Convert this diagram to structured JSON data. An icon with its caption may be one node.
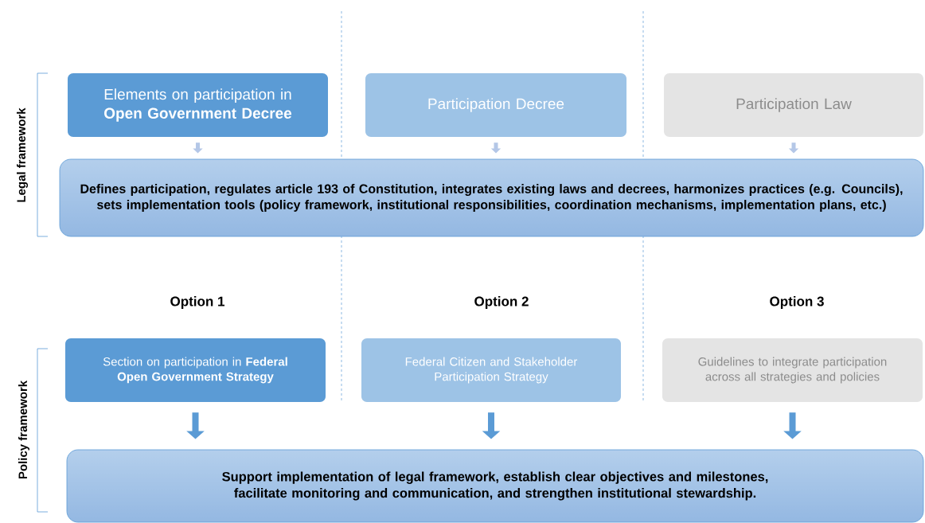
{
  "diagram": {
    "nodes": [
      {
        "text": [
          "Elements on participation in **Open Government Decree**"
        ]
      },
      {
        "text": [
          "Participation Decree"
        ]
      },
      {
        "text": [
          "Participation Law"
        ]
      },
      {
        "text": [
          "Defines participation, regulates article 193 of Constitution,  integrates existing laws and decrees, harmonizes practices (e.g. Councils), sets implementation tools (policy framework, institutional responsibilities, coordination mechanisms, implementation plans, etc.)"
        ]
      },
      {
        "text": [
          "Section on participation in **Federal Open Government Strategy**"
        ]
      },
      {
        "text": [
          "Federal Citizen and Stakeholder Participation Strategy"
        ]
      },
      {
        "text": [
          "Guidelines to integrate participation across all strategies and policies"
        ]
      },
      {
        "text": [
          "Support implementation of legal framework, establish clear objectives and milestones, facilitate monitoring and communication, and strengthen institutional stewardship."
        ]
      }
    ],
    "edges": [
      {
        "from": 0,
        "to": 3,
        "arrow": "to",
        "color": "#b4c7e7"
      },
      {
        "from": 1,
        "to": 3,
        "arrow": "to",
        "color": "#b4c7e7"
      },
      {
        "from": 2,
        "to": 3,
        "arrow": "to",
        "color": "#b4c7e7"
      },
      {
        "from": 4,
        "to": 7,
        "arrow": "to"
      },
      {
        "from": 5,
        "to": 7,
        "arrow": "to"
      },
      {
        "from": 6,
        "to": 7,
        "arrow": "to"
      }
    ],
    "labels": [
      "Legal framework",
      "Option 1",
      "Option 2",
      "Option 3",
      "Policy framework"
    ]
  }
}
